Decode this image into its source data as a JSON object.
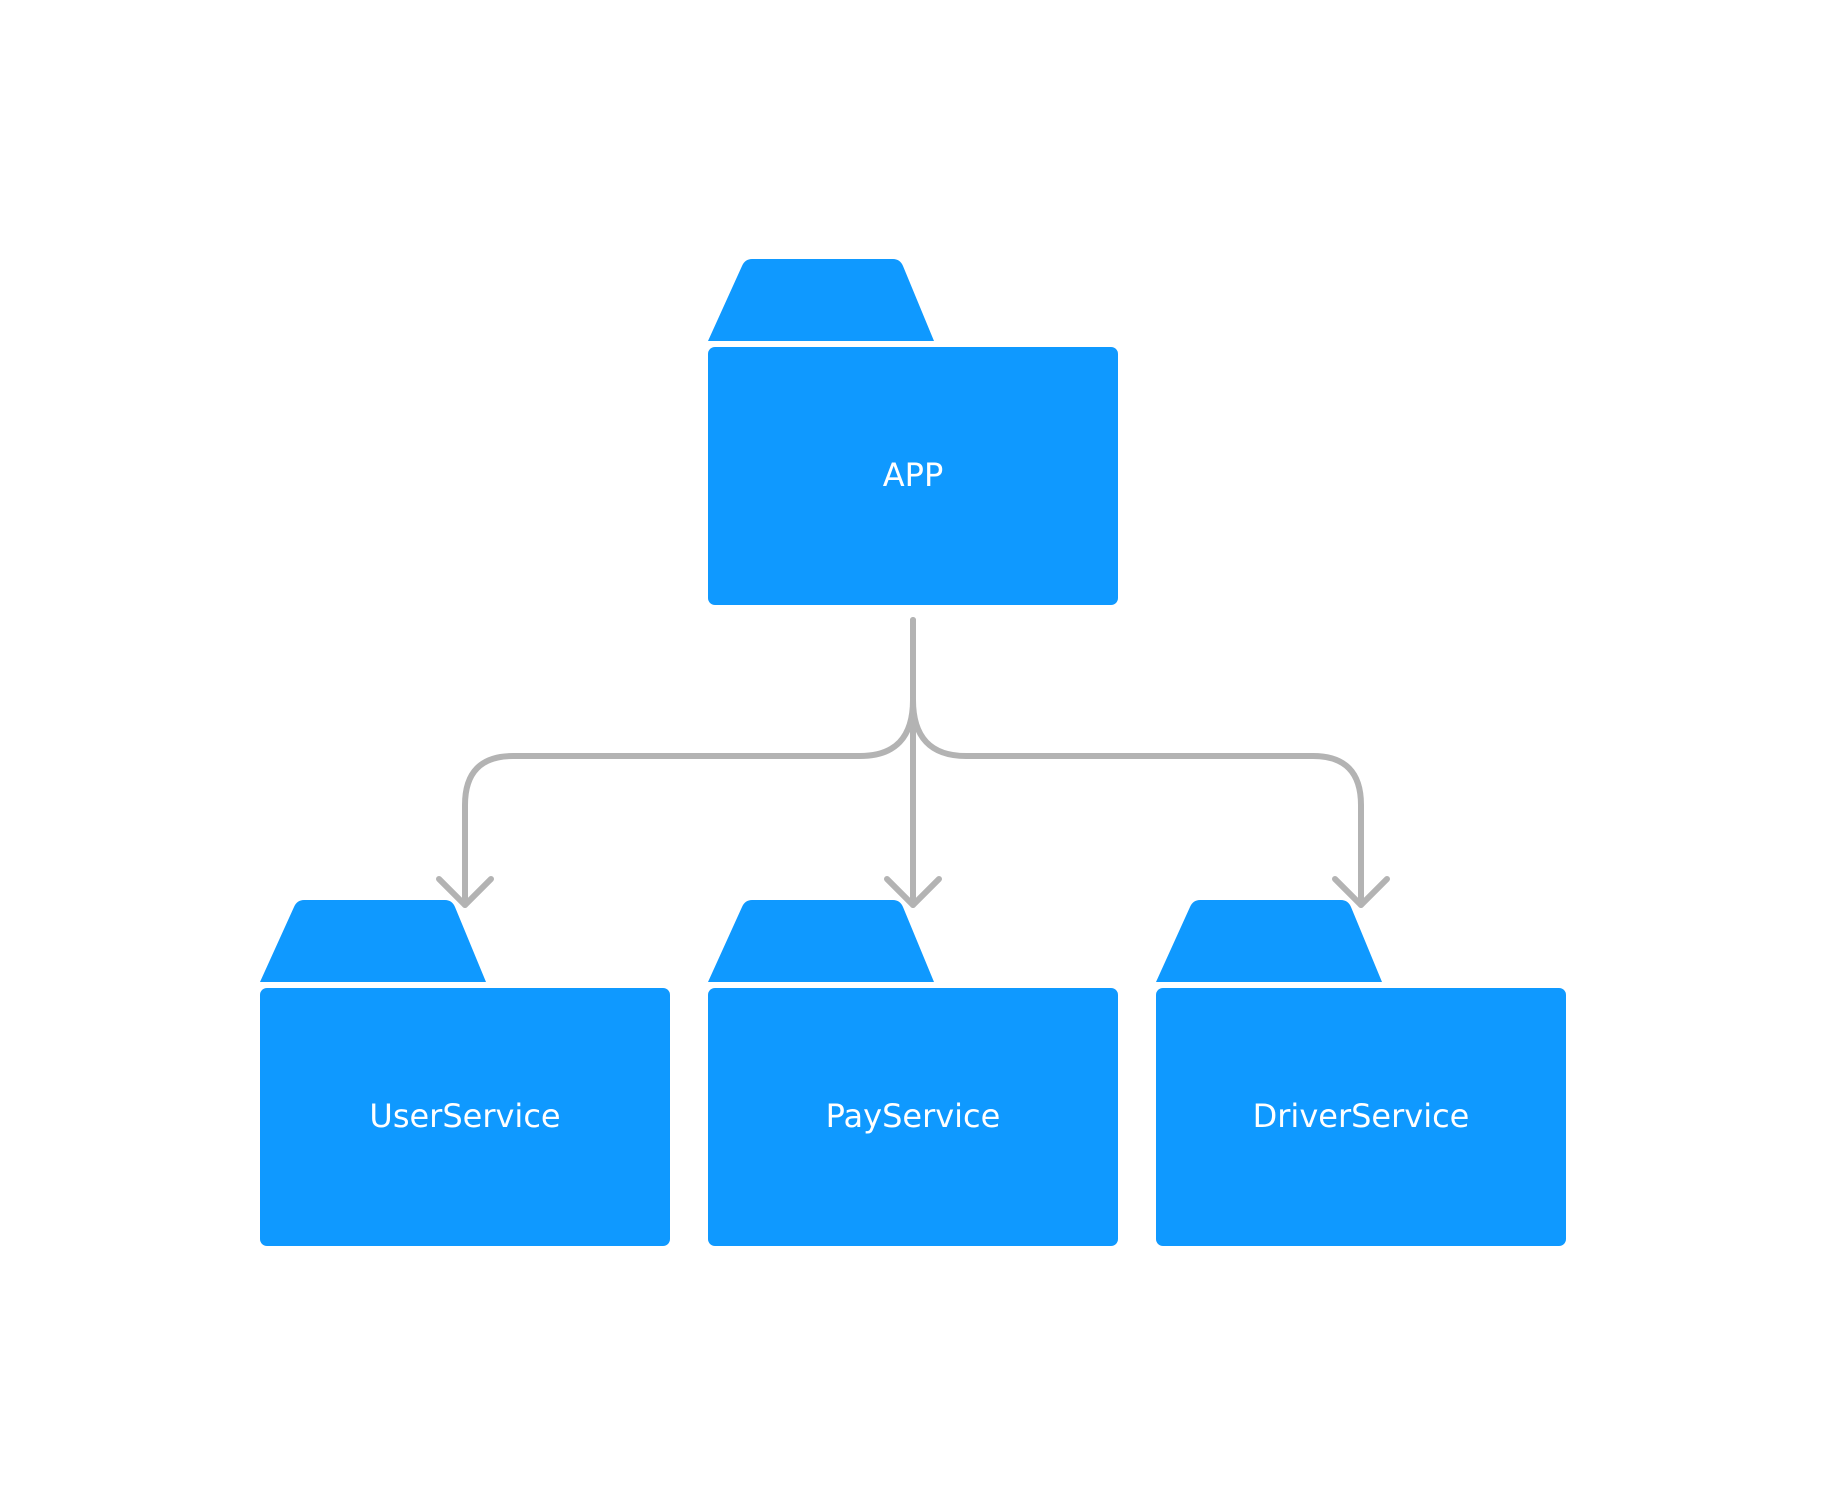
{
  "colors": {
    "package_fill": "#0F99FF",
    "connector": "#B3B3B3",
    "label": "#FFFFFF",
    "background": "#FFFFFF"
  },
  "diagram": {
    "type": "package-hierarchy",
    "icon": "folder-icon",
    "root": {
      "label": "APP"
    },
    "children": [
      {
        "label": "UserService"
      },
      {
        "label": "PayService"
      },
      {
        "label": "DriverService"
      }
    ],
    "edges": [
      {
        "from": "APP",
        "to": "UserService"
      },
      {
        "from": "APP",
        "to": "PayService"
      },
      {
        "from": "APP",
        "to": "DriverService"
      }
    ]
  }
}
